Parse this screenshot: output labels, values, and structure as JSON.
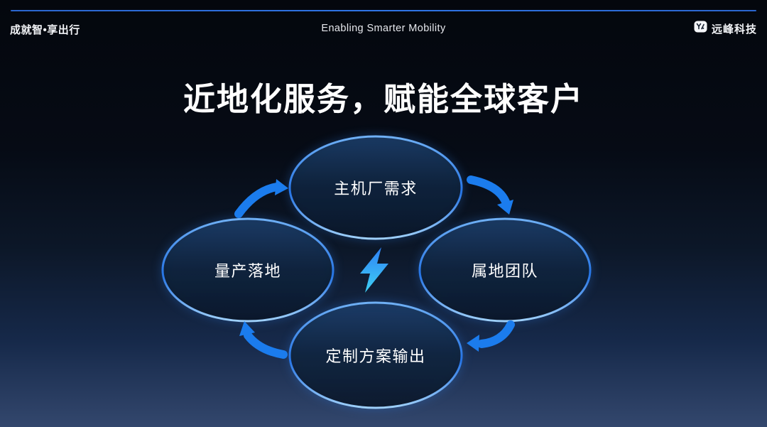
{
  "header": {
    "left_text": "成就智•享出行",
    "center_text": "Enabling Smarter Mobility",
    "brand_name": "远峰科技",
    "brand_logo": "yuanfeng-logo-icon"
  },
  "title": "近地化服务，赋能全球客户",
  "diagram": {
    "type": "cycle",
    "direction": "clockwise",
    "center_icon": "lightning-bolt",
    "nodes": [
      {
        "id": "top",
        "label": "主机厂需求"
      },
      {
        "id": "right",
        "label": "属地团队"
      },
      {
        "id": "bottom",
        "label": "定制方案输出"
      },
      {
        "id": "left",
        "label": "量产落地"
      }
    ],
    "arrows": [
      {
        "from": "left",
        "to": "top"
      },
      {
        "from": "top",
        "to": "right"
      },
      {
        "from": "right",
        "to": "bottom"
      },
      {
        "from": "bottom",
        "to": "left"
      }
    ]
  },
  "colors": {
    "arrow_blue": "#1b7ced",
    "ellipse_stroke_top": "#6fb0f5",
    "ellipse_stroke_mid": "#2674e4",
    "ellipse_stroke_bottom": "#a8d8ff",
    "bolt_gradient_top": "#2e80f5",
    "bolt_gradient_bottom": "#3fd2f5",
    "header_line": "#2f75e6",
    "background_top": "#04070d",
    "background_bottom": "#33476d"
  }
}
